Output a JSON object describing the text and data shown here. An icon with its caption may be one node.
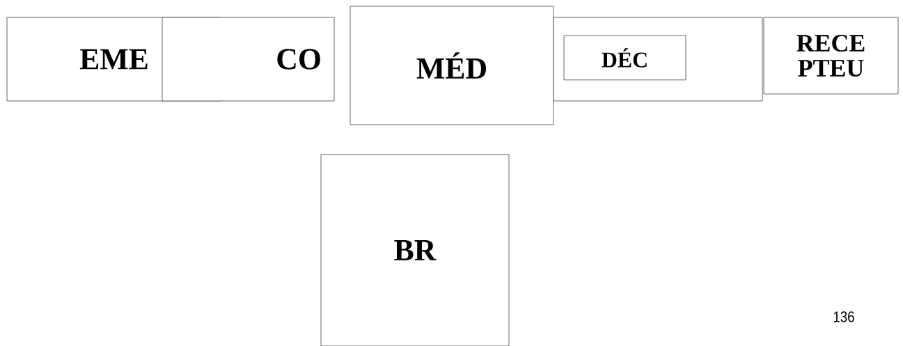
{
  "diagram": {
    "nodes": [
      {
        "text": [
          "EME"
        ]
      },
      {
        "text": [
          "CO"
        ]
      },
      {
        "text": [
          "MÉD"
        ]
      },
      {
        "text": [],
        "shape": "box"
      },
      {
        "text": [
          "DÉC"
        ],
        "in": 3
      },
      {
        "text": [
          "RECE PTEU"
        ]
      },
      {
        "text": [
          "BR"
        ]
      }
    ],
    "labels": [
      "136"
    ]
  }
}
